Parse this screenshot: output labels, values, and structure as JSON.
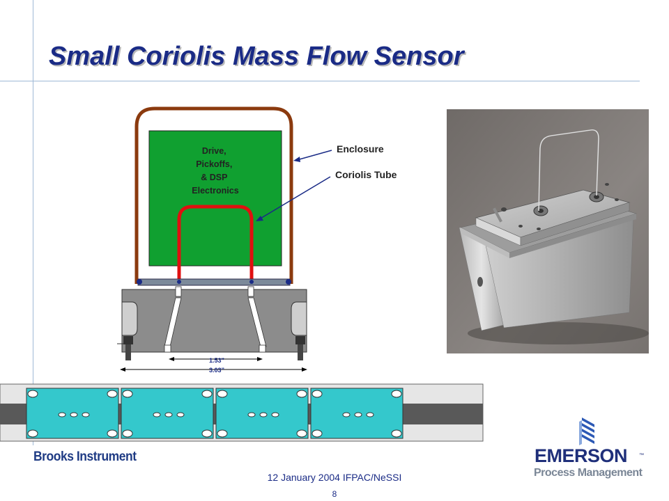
{
  "slide": {
    "title": "Small Coriolis Mass Flow Sensor",
    "footer": "12 January 2004 IFPAC/NeSSI",
    "page_number": "8"
  },
  "diagram": {
    "electronics_label": [
      "Drive,",
      "Pickoffs,",
      "& DSP",
      "Electronics"
    ],
    "enclosure_label": "Enclosure",
    "tube_label": "Coriolis Tube",
    "dim_inner": "1.53”",
    "dim_outer": "3.03”"
  },
  "logos": {
    "brooks": "Brooks Instrument",
    "emerson_name": "EMERSON",
    "emerson_tm": "™",
    "emerson_sub": "Process Management"
  },
  "colors": {
    "title": "#1a2b86",
    "enclosure": "#8b3a0e",
    "tube": "#e01010",
    "electronics": "#10a030",
    "manifold": "#34c8cc"
  }
}
